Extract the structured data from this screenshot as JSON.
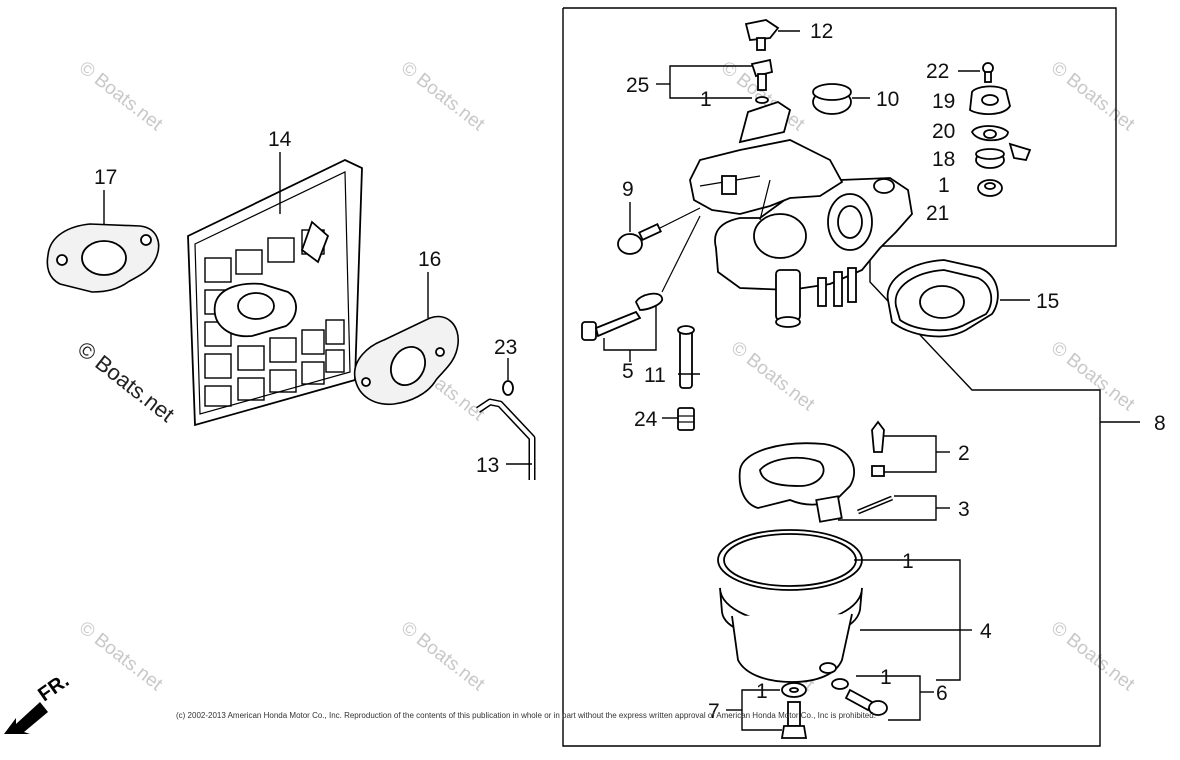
{
  "callouts": {
    "c12": "12",
    "c25": "25",
    "c1_top": "1",
    "c10": "10",
    "c22": "22",
    "c19": "19",
    "c20": "20",
    "c18": "18",
    "c1_right": "1",
    "c21": "21",
    "c9": "9",
    "c5": "5",
    "c11": "11",
    "c24": "24",
    "c15": "15",
    "c8": "8",
    "c2": "2",
    "c3": "3",
    "c1_bowl": "1",
    "c4": "4",
    "c1_screw": "1",
    "c6": "6",
    "c7": "7",
    "c1_washer": "1",
    "c14": "14",
    "c17": "17",
    "c16": "16",
    "c23": "23",
    "c13": "13"
  },
  "watermark": {
    "large_text": "© Boats.net",
    "small_text": "© Boats.net"
  },
  "copyright": "(c) 2002-2013 American Honda Motor Co., Inc. Reproduction of the contents of this publication in whole or in part without the express written approval of American Honda Motor Co., Inc is prohibited.",
  "direction_marker": {
    "label": "FR.",
    "icon": "front-arrow-icon"
  }
}
